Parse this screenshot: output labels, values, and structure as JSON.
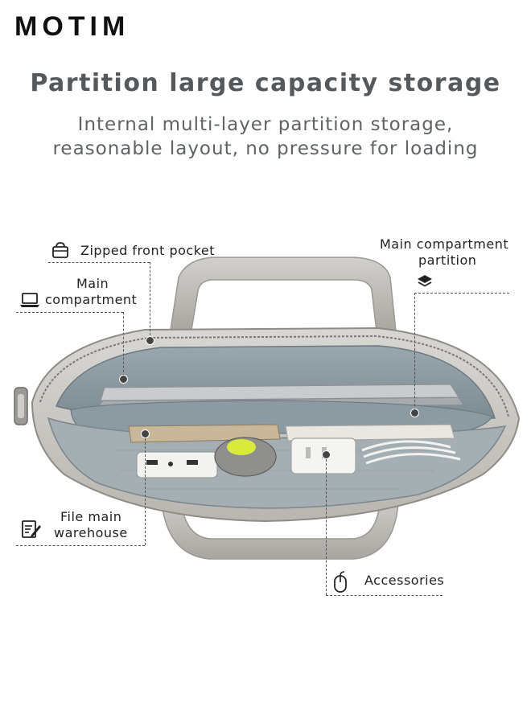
{
  "brand": {
    "logo": "MOTIM"
  },
  "headline": "Partition large capacity storage",
  "subtitle": {
    "line1": "Internal multi-layer partition storage,",
    "line2": "reasonable layout, no pressure for loading"
  },
  "callouts": {
    "zipped_front_pocket": "Zipped front pocket",
    "main_compartment_l1": "Main",
    "main_compartment_l2": "compartment",
    "main_partition_l1": "Main compartment",
    "main_partition_l2": "partition",
    "file_main_warehouse_l1": "File main",
    "file_main_warehouse_l2": "warehouse",
    "accessories": "Accessories"
  },
  "icons": {
    "zipped_front_pocket": "bag-icon",
    "main_compartment": "laptop-icon",
    "main_partition": "layers-icon",
    "file_main_warehouse": "document-edit-icon",
    "accessories": "mouse-icon"
  }
}
